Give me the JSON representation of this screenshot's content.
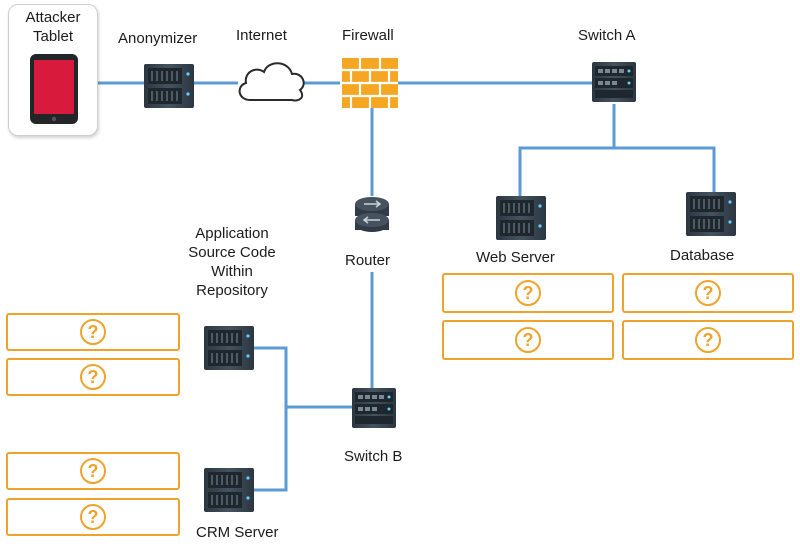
{
  "labels": {
    "attacker_tablet": [
      "Attacker",
      "Tablet"
    ],
    "anonymizer": "Anonymizer",
    "internet": "Internet",
    "firewall": "Firewall",
    "switch_a": "Switch A",
    "router": "Router",
    "web_server": "Web Server",
    "database": "Database",
    "app_repo": [
      "Application",
      "Source Code",
      "Within",
      "Repository"
    ],
    "switch_b": "Switch B",
    "crm_server": "CRM Server"
  },
  "answer_slots": {
    "symbol": "?",
    "web_server": [
      "?",
      "?"
    ],
    "database": [
      "?",
      "?"
    ],
    "repository": [
      "?",
      "?"
    ],
    "crm_server": [
      "?",
      "?"
    ]
  },
  "icons": {
    "tablet": "tablet-icon",
    "server": "server-icon",
    "cloud": "cloud-icon",
    "firewall": "firewall-icon",
    "switch": "switch-icon",
    "router": "router-icon"
  },
  "colors": {
    "link": "#5b9bd5",
    "answer_box": "#f0a32a",
    "firewall": "#f5a623",
    "tablet_screen": "#d81b3c",
    "device": "#2f3b47"
  }
}
